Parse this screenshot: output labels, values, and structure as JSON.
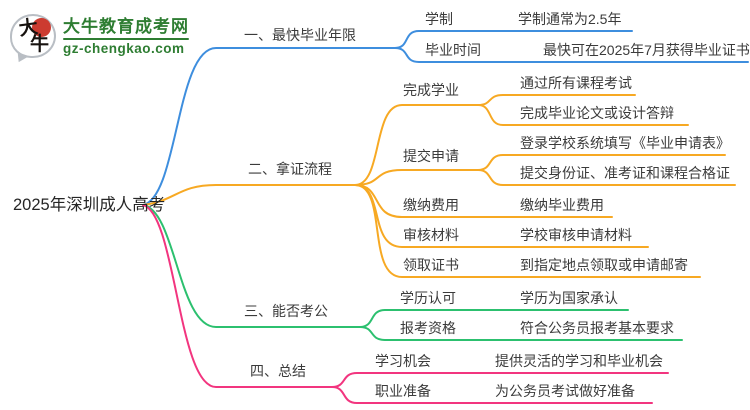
{
  "logo": {
    "seal_text": "大牛",
    "seal_char_1": "大",
    "seal_char_2": "牛",
    "site_name": "大牛教育成考网",
    "site_url": "gz-chengkao.com",
    "brand_green": "#2e7d32",
    "seal_red": "#cc3b30"
  },
  "root": {
    "label": "2025年深圳成人高考"
  },
  "colors": {
    "branch_1": "#3e8ede",
    "branch_2": "#f7a923",
    "branch_3": "#2cc06f",
    "branch_4": "#f2357f",
    "text": "#3b3b3b",
    "background": "#ffffff"
  },
  "branches": [
    {
      "label": "一、最快毕业年限",
      "color": "#3e8ede",
      "children": [
        {
          "label": "学制",
          "leaves": [
            "学制通常为2.5年"
          ]
        },
        {
          "label": "毕业时间",
          "leaves": [
            "最快可在2025年7月获得毕业证书"
          ]
        }
      ]
    },
    {
      "label": "二、拿证流程",
      "color": "#f7a923",
      "children": [
        {
          "label": "完成学业",
          "leaves": [
            "通过所有课程考试",
            "完成毕业论文或设计答辩"
          ]
        },
        {
          "label": "提交申请",
          "leaves": [
            "登录学校系统填写《毕业申请表》",
            "提交身份证、准考证和课程合格证"
          ]
        },
        {
          "label": "缴纳费用",
          "leaves": [
            "缴纳毕业费用"
          ]
        },
        {
          "label": "审核材料",
          "leaves": [
            "学校审核申请材料"
          ]
        },
        {
          "label": "领取证书",
          "leaves": [
            "到指定地点领取或申请邮寄"
          ]
        }
      ]
    },
    {
      "label": "三、能否考公",
      "color": "#2cc06f",
      "children": [
        {
          "label": "学历认可",
          "leaves": [
            "学历为国家承认"
          ]
        },
        {
          "label": "报考资格",
          "leaves": [
            "符合公务员报考基本要求"
          ]
        }
      ]
    },
    {
      "label": "四、总结",
      "color": "#f2357f",
      "children": [
        {
          "label": "学习机会",
          "leaves": [
            "提供灵活的学习和毕业机会"
          ]
        },
        {
          "label": "职业准备",
          "leaves": [
            "为公务员考试做好准备"
          ]
        }
      ]
    }
  ]
}
